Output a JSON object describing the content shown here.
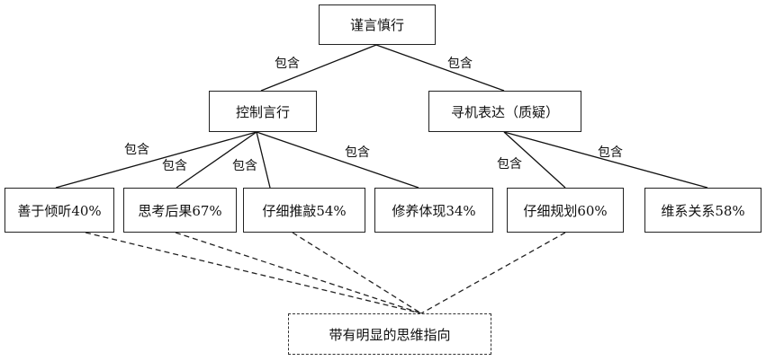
{
  "diagram": {
    "root": {
      "label": "谨言慎行"
    },
    "branch_left": {
      "label": "控制言行"
    },
    "branch_right": {
      "label": "寻机表达（质疑）"
    },
    "leaves": [
      {
        "label": "善于倾听40%"
      },
      {
        "label": "思考后果67%"
      },
      {
        "label": "仔细推敲54%"
      },
      {
        "label": "修养体现34%"
      },
      {
        "label": "仔细规划60%"
      },
      {
        "label": "维系关系58%"
      }
    ],
    "target": {
      "label": "带有明显的思维指向"
    },
    "edge_labels": {
      "root_to_left": "包含",
      "root_to_right": "包含",
      "left_to_leaf1": "包含",
      "left_to_leaf2": "包含",
      "left_to_leaf3": "包含",
      "left_to_leaf4": "包含",
      "right_to_leaf5": "包含",
      "right_to_leaf6": "包含"
    }
  }
}
